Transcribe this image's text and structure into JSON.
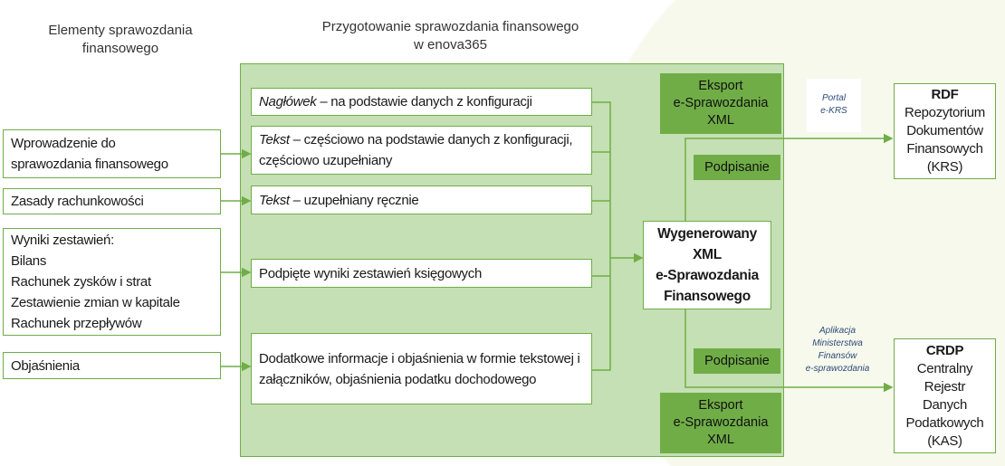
{
  "titles": {
    "left": [
      "Elementy sprawozdania",
      "finansowego"
    ],
    "middle": [
      "Przygotowanie sprawozdania finansowego",
      "w enova365"
    ]
  },
  "inputs": [
    {
      "lines": [
        "Wprowadzenie do",
        "sprawozdania finansowego"
      ]
    },
    {
      "lines": [
        "Zasady rachunkowości"
      ]
    },
    {
      "lines": [
        "Wyniki zestawień:",
        "Bilans",
        "Rachunek zysków i strat",
        "Zestawienie zmian w kapitale",
        "Rachunek przepływów"
      ]
    },
    {
      "lines": [
        "Objaśnienia"
      ]
    }
  ],
  "steps": [
    {
      "italic": "Nagłówek",
      "text": " – na podstawie danych z konfiguracji"
    },
    {
      "italic": "Tekst",
      "text": " – częściowo na podstawie danych z konfiguracji, częściowo uzupełniany"
    },
    {
      "italic": "Tekst",
      "text": " – uzupełniany ręcznie"
    },
    {
      "italic": "",
      "text": "Podpięte wyniki zestawień księgowych"
    },
    {
      "italic": "",
      "text": "Dodatkowe informacje i objaśnienia w formie tekstowej i załączników, objaśnienia podatku dochodowego"
    }
  ],
  "generated": [
    "Wygenerowany",
    "XML",
    "e-Sprawozdania",
    "Finansowego"
  ],
  "export_top": [
    "Eksport",
    "e-Sprawozdania",
    "XML"
  ],
  "sign_top": "Podpisanie",
  "sign_bottom": "Podpisanie",
  "export_bottom": [
    "Eksport",
    "e-Sprawozdania",
    "XML"
  ],
  "channel_top": [
    "Portal",
    "e-KRS"
  ],
  "channel_bottom": [
    "Aplikacja",
    "Ministerstwa",
    "Finansów",
    "e-sprawozdania"
  ],
  "targets": [
    {
      "abbr": "RDF",
      "lines": [
        "Repozytorium",
        "Dokumentów",
        "Finansowych",
        "(KRS)"
      ]
    },
    {
      "abbr": "CRDP",
      "lines": [
        "Centralny",
        "Rejestr",
        "Danych",
        "Podatkowych",
        "(KAS)"
      ]
    }
  ],
  "colors": {
    "accent": "#70ad47",
    "panel": "#c5e0b4",
    "label": "#2f4a7a"
  }
}
